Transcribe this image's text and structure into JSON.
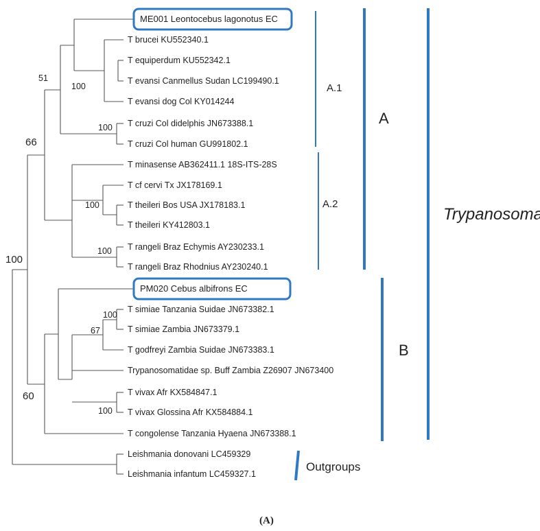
{
  "accent_color": "#2f78c4",
  "branch_color": "#555555",
  "leaves": [
    {
      "id": "me001",
      "label": "ME001 Leontocebus lagonotus EC",
      "boxed": true
    },
    {
      "id": "brucei",
      "label": "T brucei KU552340.1"
    },
    {
      "id": "equiperdum",
      "label": "T equiperdum KU552342.1"
    },
    {
      "id": "evansi-cam",
      "label": "T evansi Canmellus Sudan LC199490.1"
    },
    {
      "id": "evansi-dog",
      "label": "T evansi dog Col KY014244"
    },
    {
      "id": "cruzi-did",
      "label": "T cruzi Col didelphis JN673388.1"
    },
    {
      "id": "cruzi-hum",
      "label": "T cruzi Col human GU991802.1"
    },
    {
      "id": "minasense",
      "label": "T minasense AB362411.1 18S-ITS-28S"
    },
    {
      "id": "cervi",
      "label": "T cf cervi Tx JX178169.1"
    },
    {
      "id": "theileri-bos",
      "label": "T theileri Bos USA JX178183.1"
    },
    {
      "id": "theileri-ky",
      "label": "T theileri KY412803.1"
    },
    {
      "id": "rangeli-ech",
      "label": "T rangeli Braz  Echymis AY230233.1"
    },
    {
      "id": "rangeli-rho",
      "label": "T rangeli Braz Rhodnius AY230240.1"
    },
    {
      "id": "pm020",
      "label": "PM020 Cebus albifrons EC",
      "boxed": true
    },
    {
      "id": "simiae-tz",
      "label": "T simiae Tanzania Suidae JN673382.1"
    },
    {
      "id": "simiae-zm",
      "label": "T simiae Zambia JN673379.1"
    },
    {
      "id": "godfreyi",
      "label": "T godfreyi Zambia Suidae JN673383.1"
    },
    {
      "id": "buff",
      "label": "Trypanosomatidae sp. Buff Zambia Z26907 JN673400"
    },
    {
      "id": "vivax-afr",
      "label": "T vivax Afr KX584847.1"
    },
    {
      "id": "vivax-glo",
      "label": "T vivax Glossina Afr KX584884.1"
    },
    {
      "id": "congolense",
      "label": "T congolense Tanzania Hyaena JN673388.1"
    },
    {
      "id": "ldonovani",
      "label": "Leishmania donovani LC459329"
    },
    {
      "id": "linfantum",
      "label": "Leishmania infantum LC459327.1"
    }
  ],
  "support_values": [
    {
      "id": "s51",
      "value": "51"
    },
    {
      "id": "s100-brucei",
      "value": "100"
    },
    {
      "id": "s100-cruzi",
      "value": "100"
    },
    {
      "id": "s66",
      "value": "66"
    },
    {
      "id": "s100-theileri",
      "value": "100"
    },
    {
      "id": "s100-rangeli",
      "value": "100"
    },
    {
      "id": "s100-root",
      "value": "100"
    },
    {
      "id": "s100-simiae",
      "value": "100"
    },
    {
      "id": "s67",
      "value": "67"
    },
    {
      "id": "s100-vivax",
      "value": "100"
    },
    {
      "id": "s60",
      "value": "60"
    }
  ],
  "clades": {
    "a1": "A.1",
    "a2": "A.2",
    "a": "A",
    "b": "B",
    "genus": "Trypanosoma",
    "outgroups": "Outgroups"
  },
  "panel_label": "(A)"
}
